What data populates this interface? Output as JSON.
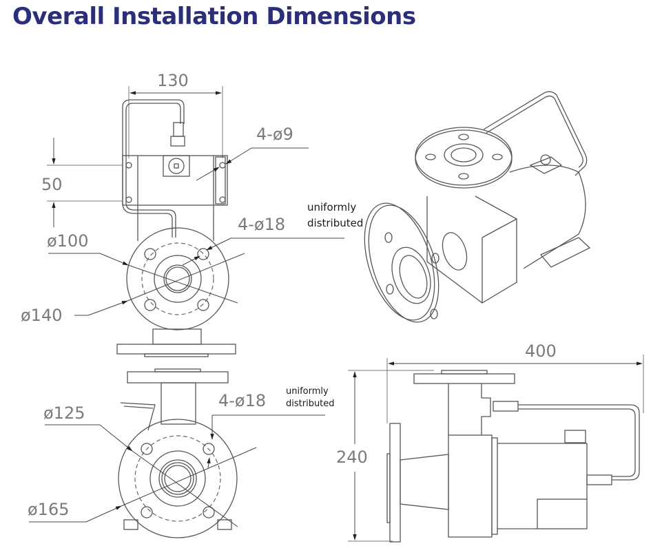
{
  "title": "Overall Installation Dimensions",
  "colors": {
    "title": "#2b2f7a",
    "dimension_text": "#7a7a7a",
    "line": "#555555"
  },
  "top_view": {
    "width_label": "130",
    "height_label": "50",
    "mount_holes_label": "4-ø9"
  },
  "front_flange_view": {
    "bolt_holes_label": "4-ø18",
    "bolt_holes_note_line1": "uniformly",
    "bolt_holes_note_line2": "distributed",
    "bolt_circle_label": "ø100",
    "outer_diameter_label": "ø140"
  },
  "bottom_flange_view": {
    "bolt_holes_label": "4-ø18",
    "bolt_holes_note_line1": "uniformly",
    "bolt_holes_note_line2": "distributed",
    "bolt_circle_label": "ø125",
    "outer_diameter_label": "ø165"
  },
  "side_view": {
    "length_label": "400",
    "height_label": "240"
  },
  "isometric_view": {
    "icon": "isometric-pump-drawing"
  }
}
